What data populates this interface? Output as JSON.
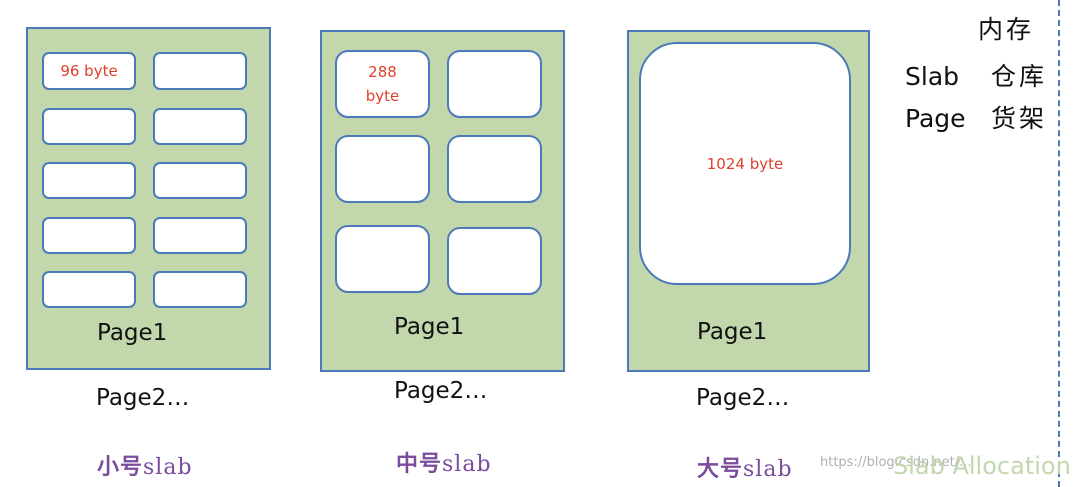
{
  "legend": {
    "top": "内存",
    "rows": [
      {
        "term": "Slab",
        "meaning": "仓库"
      },
      {
        "term": "Page",
        "meaning": "货架"
      }
    ]
  },
  "groups": [
    {
      "slot_label": "96 byte",
      "page1": "Page1",
      "page2": "Page2…",
      "name_cn": "小号",
      "name_en": "slab"
    },
    {
      "slot_label": "288\nbyte",
      "page1": "Page1",
      "page2": "Page2…",
      "name_cn": "中号",
      "name_en": "slab"
    },
    {
      "slot_label": "1024 byte",
      "page1": "Page1",
      "page2": "Page2…",
      "name_cn": "大号",
      "name_en": "slab"
    }
  ],
  "caption": "Slab Allocation",
  "watermark": "https://blog.csdn.net/..."
}
